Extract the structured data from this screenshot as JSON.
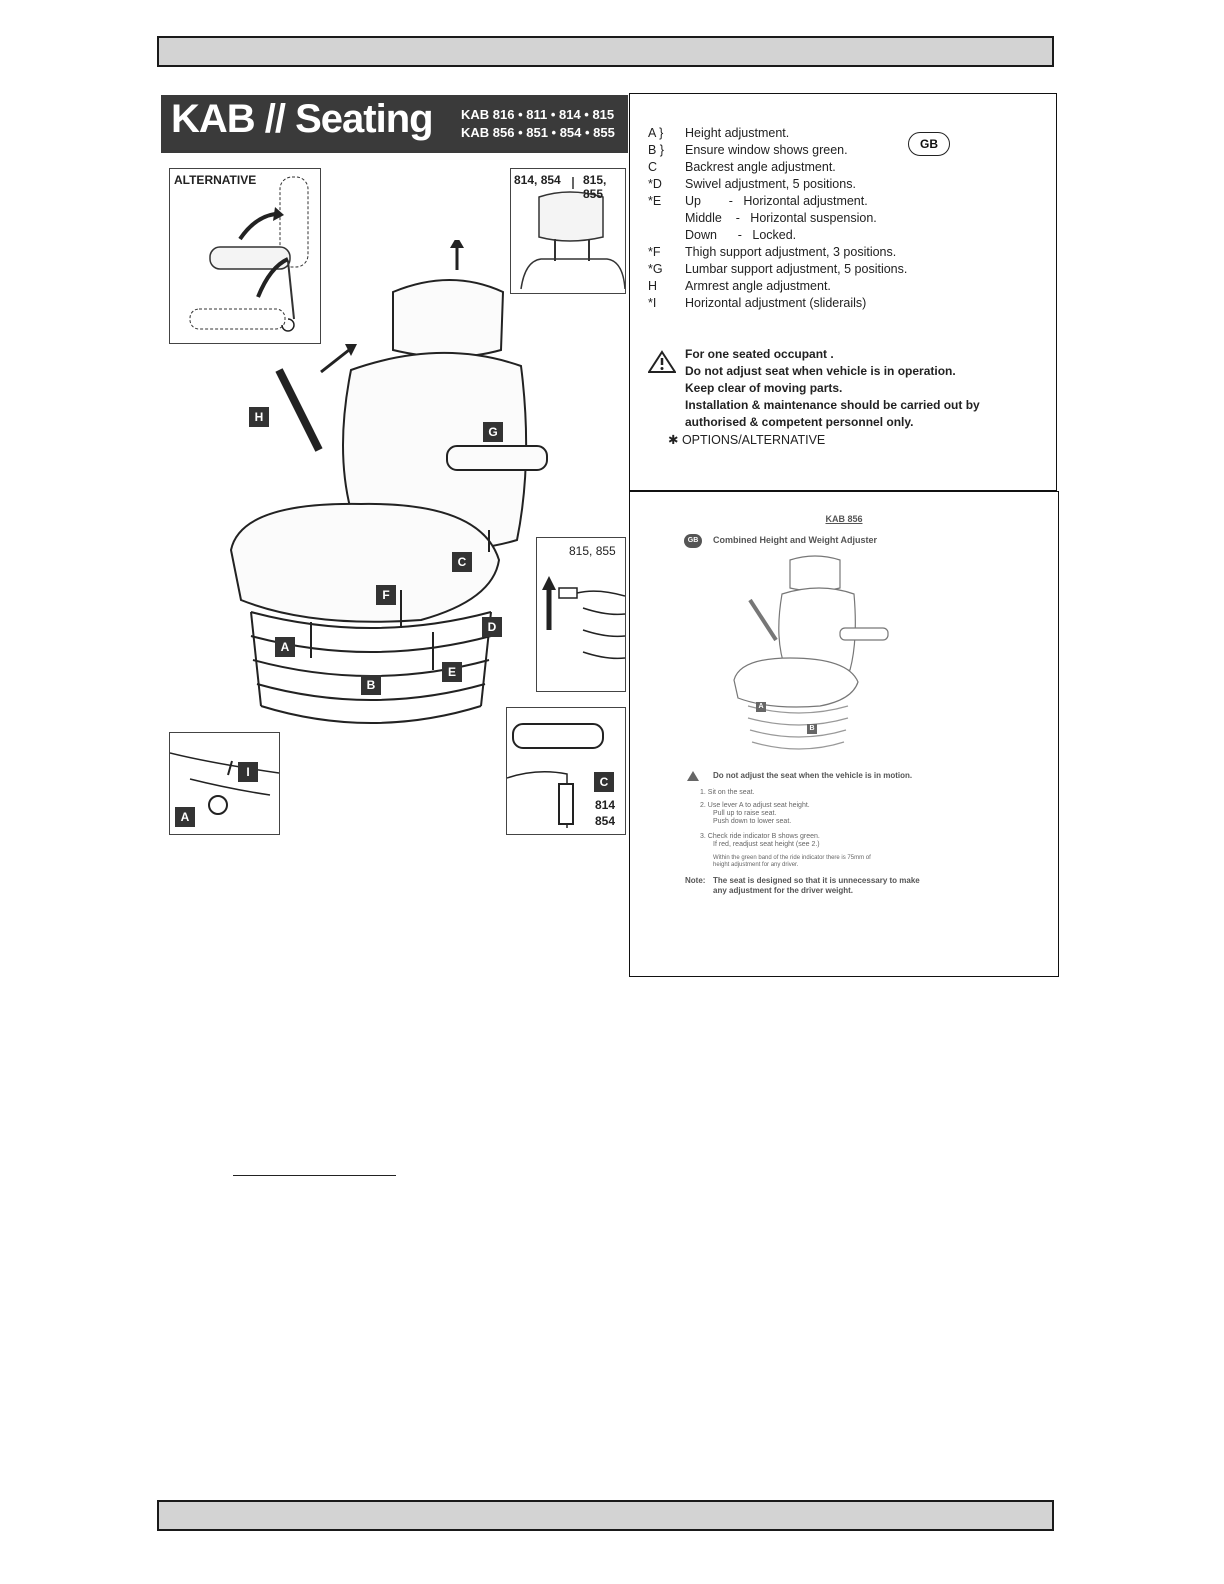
{
  "brochure": {
    "brand": "KAB // Seating",
    "models_line1": "KAB 816 • 811 • 814 • 815",
    "models_line2": "KAB 856 • 851 • 854 • 855",
    "inset_alternative": "ALTERNATIVE",
    "inset_headrest": "814, 854",
    "inset_headrest_b": "815, 855",
    "inset_side": "815, 855",
    "inset_armrest_models_1": "814",
    "inset_armrest_models_2": "854",
    "callouts": [
      "A",
      "B",
      "C",
      "D",
      "E",
      "F",
      "G",
      "H",
      "I",
      "A",
      "C"
    ]
  },
  "legend": {
    "badge": "GB",
    "items": [
      {
        "key": "A }",
        "text": "Height adjustment."
      },
      {
        "key": "B }",
        "text": "Ensure window shows green."
      },
      {
        "key": "C",
        "text": "Backrest angle adjustment."
      },
      {
        "key": "*D",
        "text": "Swivel adjustment, 5 positions."
      },
      {
        "key": "*E",
        "text": "Up        -   Horizontal adjustment."
      },
      {
        "key": "",
        "text": "Middle    -   Horizontal suspension."
      },
      {
        "key": "",
        "text": "Down      -   Locked."
      },
      {
        "key": "*F",
        "text": "Thigh support adjustment, 3 positions."
      },
      {
        "key": "*G",
        "text": "Lumbar support adjustment, 5 positions."
      },
      {
        "key": "H",
        "text": "Armrest angle adjustment."
      },
      {
        "key": "*I",
        "text": "Horizontal adjustment (sliderails)"
      }
    ],
    "warnings": [
      "For one seated occupant .",
      "Do not adjust seat when vehicle is in operation.",
      "Keep clear of moving parts.",
      "Installation & maintenance should be carried out by",
      "authorised & competent personnel only."
    ],
    "options_note": "✱ OPTIONS/ALTERNATIVE"
  },
  "adjuster": {
    "title": "KAB 856",
    "badge": "GB",
    "subtitle": "Combined Height and Weight Adjuster",
    "callout_a": "A",
    "callout_b": "B",
    "warning": "Do not adjust the seat when the vehicle is in motion.",
    "step1": "1.   Sit on the seat.",
    "step2a": "2.   Use lever A to adjust seat height.",
    "step2b": "Pull up to raise seat.",
    "step2c": "Push down to lower seat.",
    "step3a": "3.   Check ride indicator B shows green.",
    "step3b": "If red, readjust seat height (see 2.)",
    "step3c": "Within the green band of the ride indicator there is 75mm of",
    "step3d": "height adjustment for any driver.",
    "note_label": "Note:",
    "note_line1": "The seat is designed so that it is unnecessary to make",
    "note_line2": "any adjustment for the driver weight."
  }
}
